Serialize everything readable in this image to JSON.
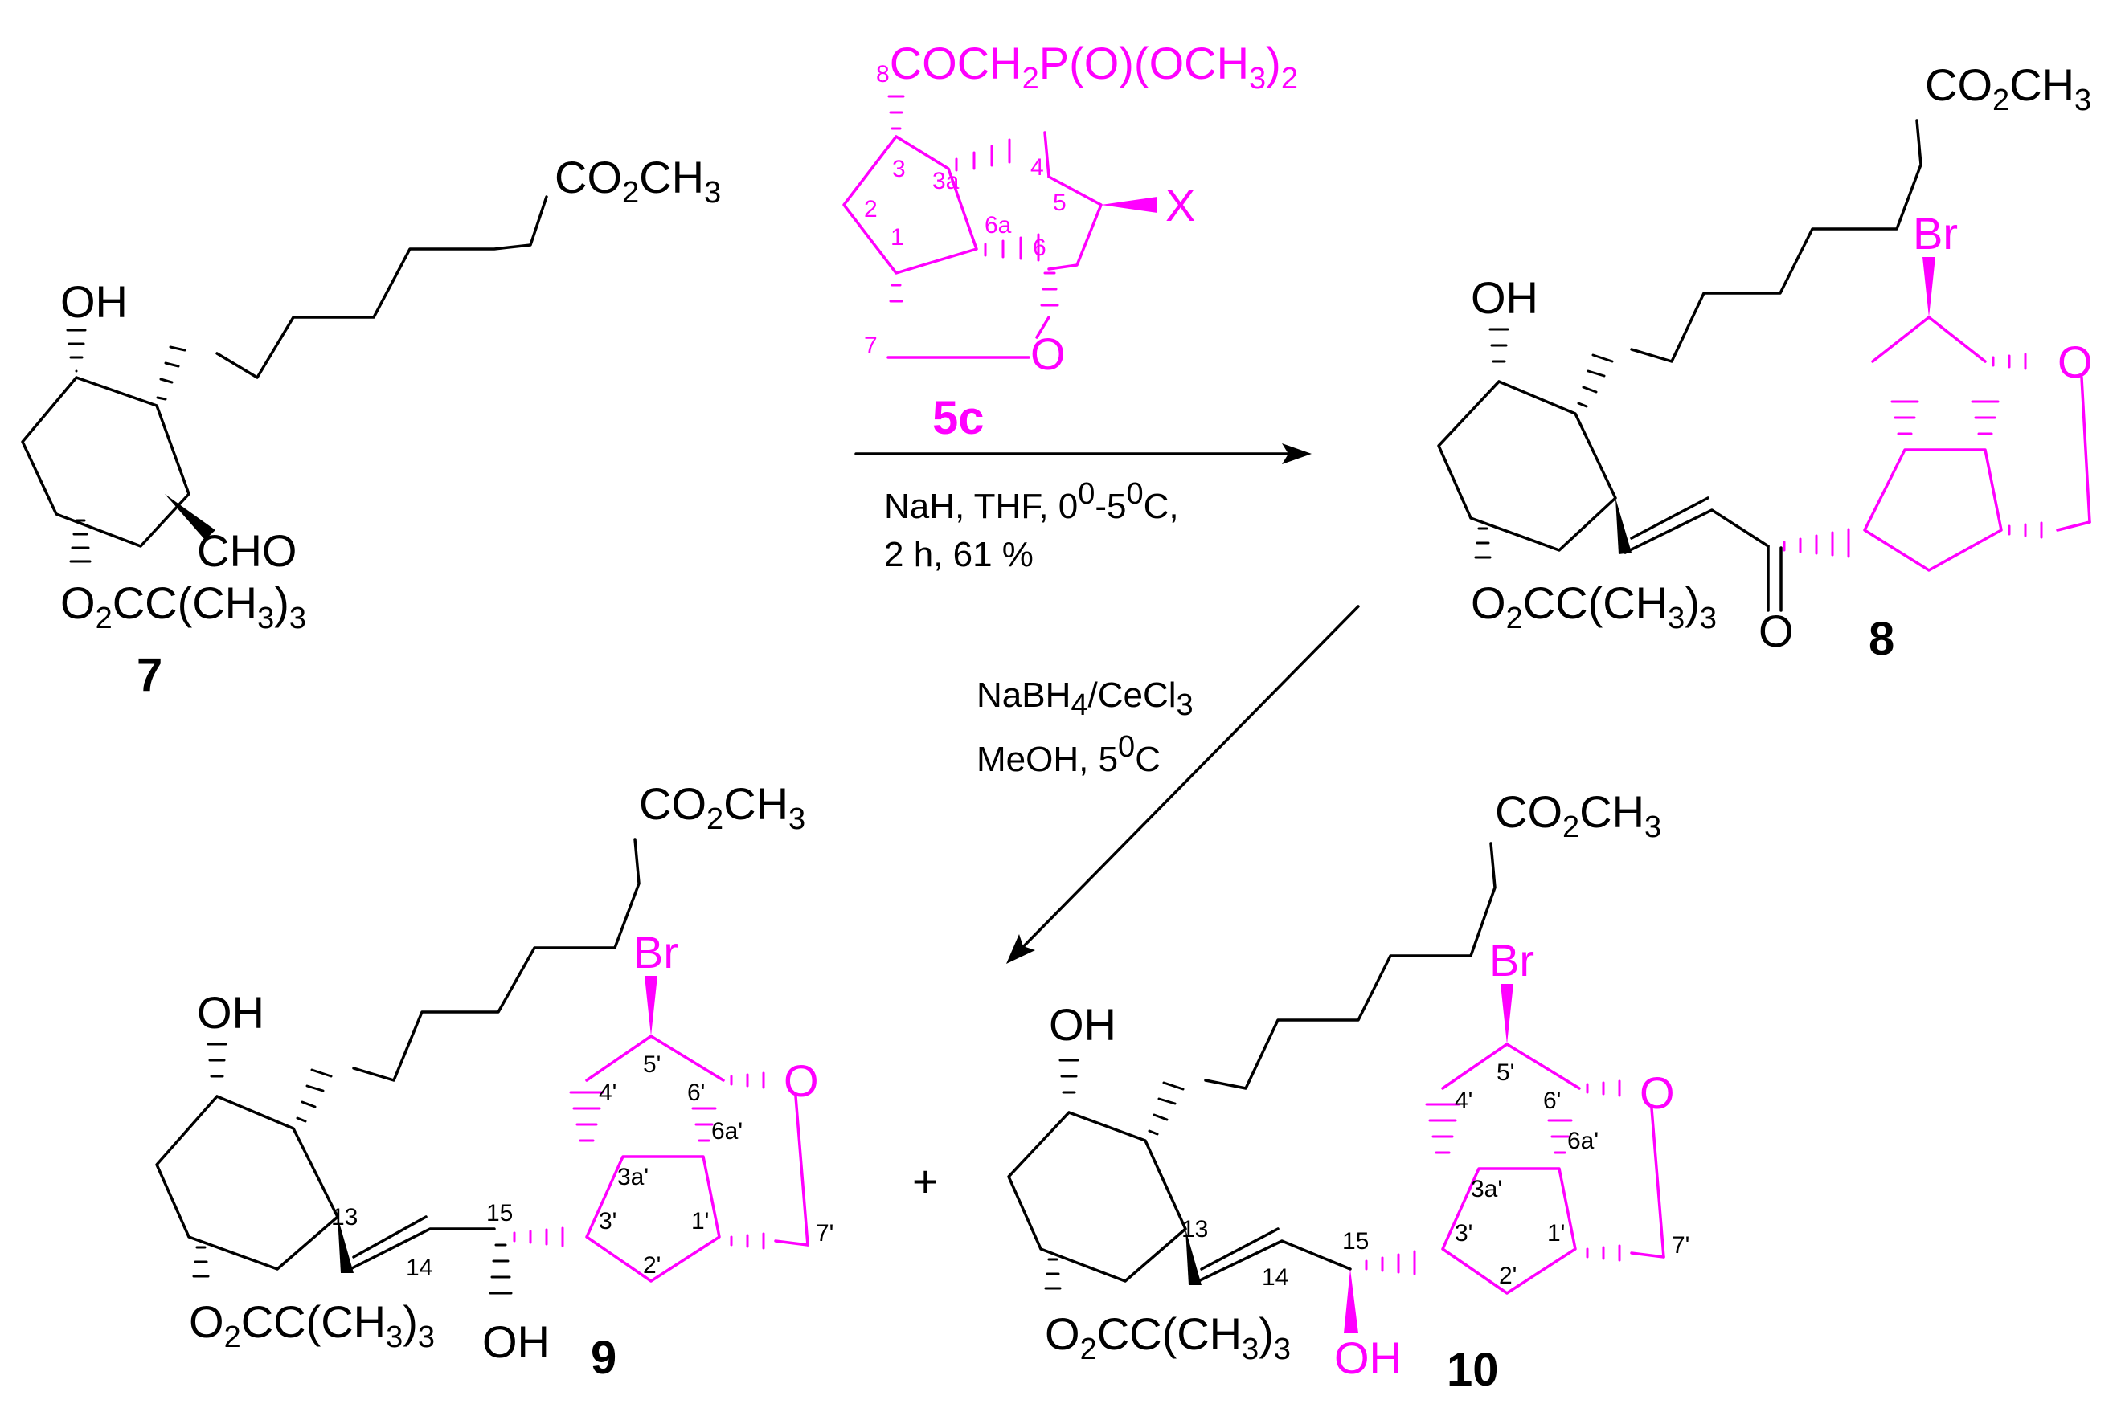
{
  "colors": {
    "text": "#000000",
    "highlight": "#ff00ff",
    "background": "#ffffff"
  },
  "labels": {
    "co2ch3": "CO",
    "co2ch3_sub": "2",
    "co2ch3_tail": "CH",
    "co2ch3_sub2": "3",
    "oh": "OH",
    "cho": "CHO",
    "piv_a": "O",
    "piv_sub": "2",
    "piv_b": "CC(CH",
    "piv_sub3": "3",
    "piv_c": ")",
    "piv_sub4": "3",
    "br": "Br",
    "o": "O",
    "x": "X",
    "plus": "+",
    "reagent_prefix": "8",
    "reagent_a": "COCH",
    "reagent_sub": "2",
    "reagent_b": "P(O)(OCH",
    "reagent_sub3": "3",
    "reagent_c": ")",
    "reagent_sub2b": "2"
  },
  "compounds": {
    "c7": "7",
    "c5c": "5c",
    "c8": "8",
    "c9": "9",
    "c10": "10"
  },
  "atom_numbers_5c": {
    "n3": "3",
    "n3a": "3a",
    "n2": "2",
    "n1": "1",
    "n4": "4",
    "n5": "5",
    "n6a": "6a",
    "n6": "6",
    "n7": "7"
  },
  "atom_numbers_9": {
    "n13": "13",
    "n14": "14",
    "n15": "15",
    "n5p": "5'",
    "n4p": "4'",
    "n6p": "6'",
    "n6ap": "6a'",
    "n3ap": "3a'",
    "n3p": "3'",
    "n2p": "2'",
    "n1p": "1'",
    "n7p": "7'"
  },
  "atom_numbers_10": {
    "n13": "13",
    "n14": "14",
    "n15": "15",
    "n5p": "5'",
    "n4p": "4'",
    "n6p": "6'",
    "n6ap": "6a'",
    "n3ap": "3a'",
    "n3p": "3'",
    "n2p": "2'",
    "n1p": "1'",
    "n7p": "7'"
  },
  "conditions_1": {
    "l1a": "NaH, THF, 0",
    "l1s1": "0",
    "l1b": "-5",
    "l1s2": "0",
    "l1c": "C,",
    "l2": "2 h, 61 %"
  },
  "conditions_2": {
    "l1a": "NaBH",
    "l1s": "4",
    "l1b": "/CeCl",
    "l1s2": "3",
    "l2a": "MeOH, 5",
    "l2s": "0",
    "l2b": "C"
  }
}
